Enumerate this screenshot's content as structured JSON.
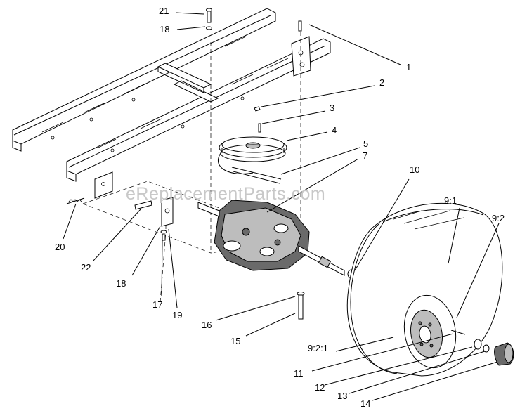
{
  "diagram": {
    "watermark": "eReplacementParts.com",
    "callouts": [
      {
        "id": "c1",
        "text": "1"
      },
      {
        "id": "c2",
        "text": "2"
      },
      {
        "id": "c3",
        "text": "3"
      },
      {
        "id": "c4",
        "text": "4"
      },
      {
        "id": "c5",
        "text": "5"
      },
      {
        "id": "c7",
        "text": "7"
      },
      {
        "id": "c10",
        "text": "10"
      },
      {
        "id": "c91",
        "text": "9:1"
      },
      {
        "id": "c92",
        "text": "9:2"
      },
      {
        "id": "c921",
        "text": "9:2:1"
      },
      {
        "id": "c11",
        "text": "11"
      },
      {
        "id": "c12",
        "text": "12"
      },
      {
        "id": "c13",
        "text": "13"
      },
      {
        "id": "c14",
        "text": "14"
      },
      {
        "id": "c15",
        "text": "15"
      },
      {
        "id": "c16",
        "text": "16"
      },
      {
        "id": "c17",
        "text": "17"
      },
      {
        "id": "c18b",
        "text": "18"
      },
      {
        "id": "c18t",
        "text": "18"
      },
      {
        "id": "c19",
        "text": "19"
      },
      {
        "id": "c20",
        "text": "20"
      },
      {
        "id": "c21",
        "text": "21"
      },
      {
        "id": "c22",
        "text": "22"
      }
    ]
  }
}
